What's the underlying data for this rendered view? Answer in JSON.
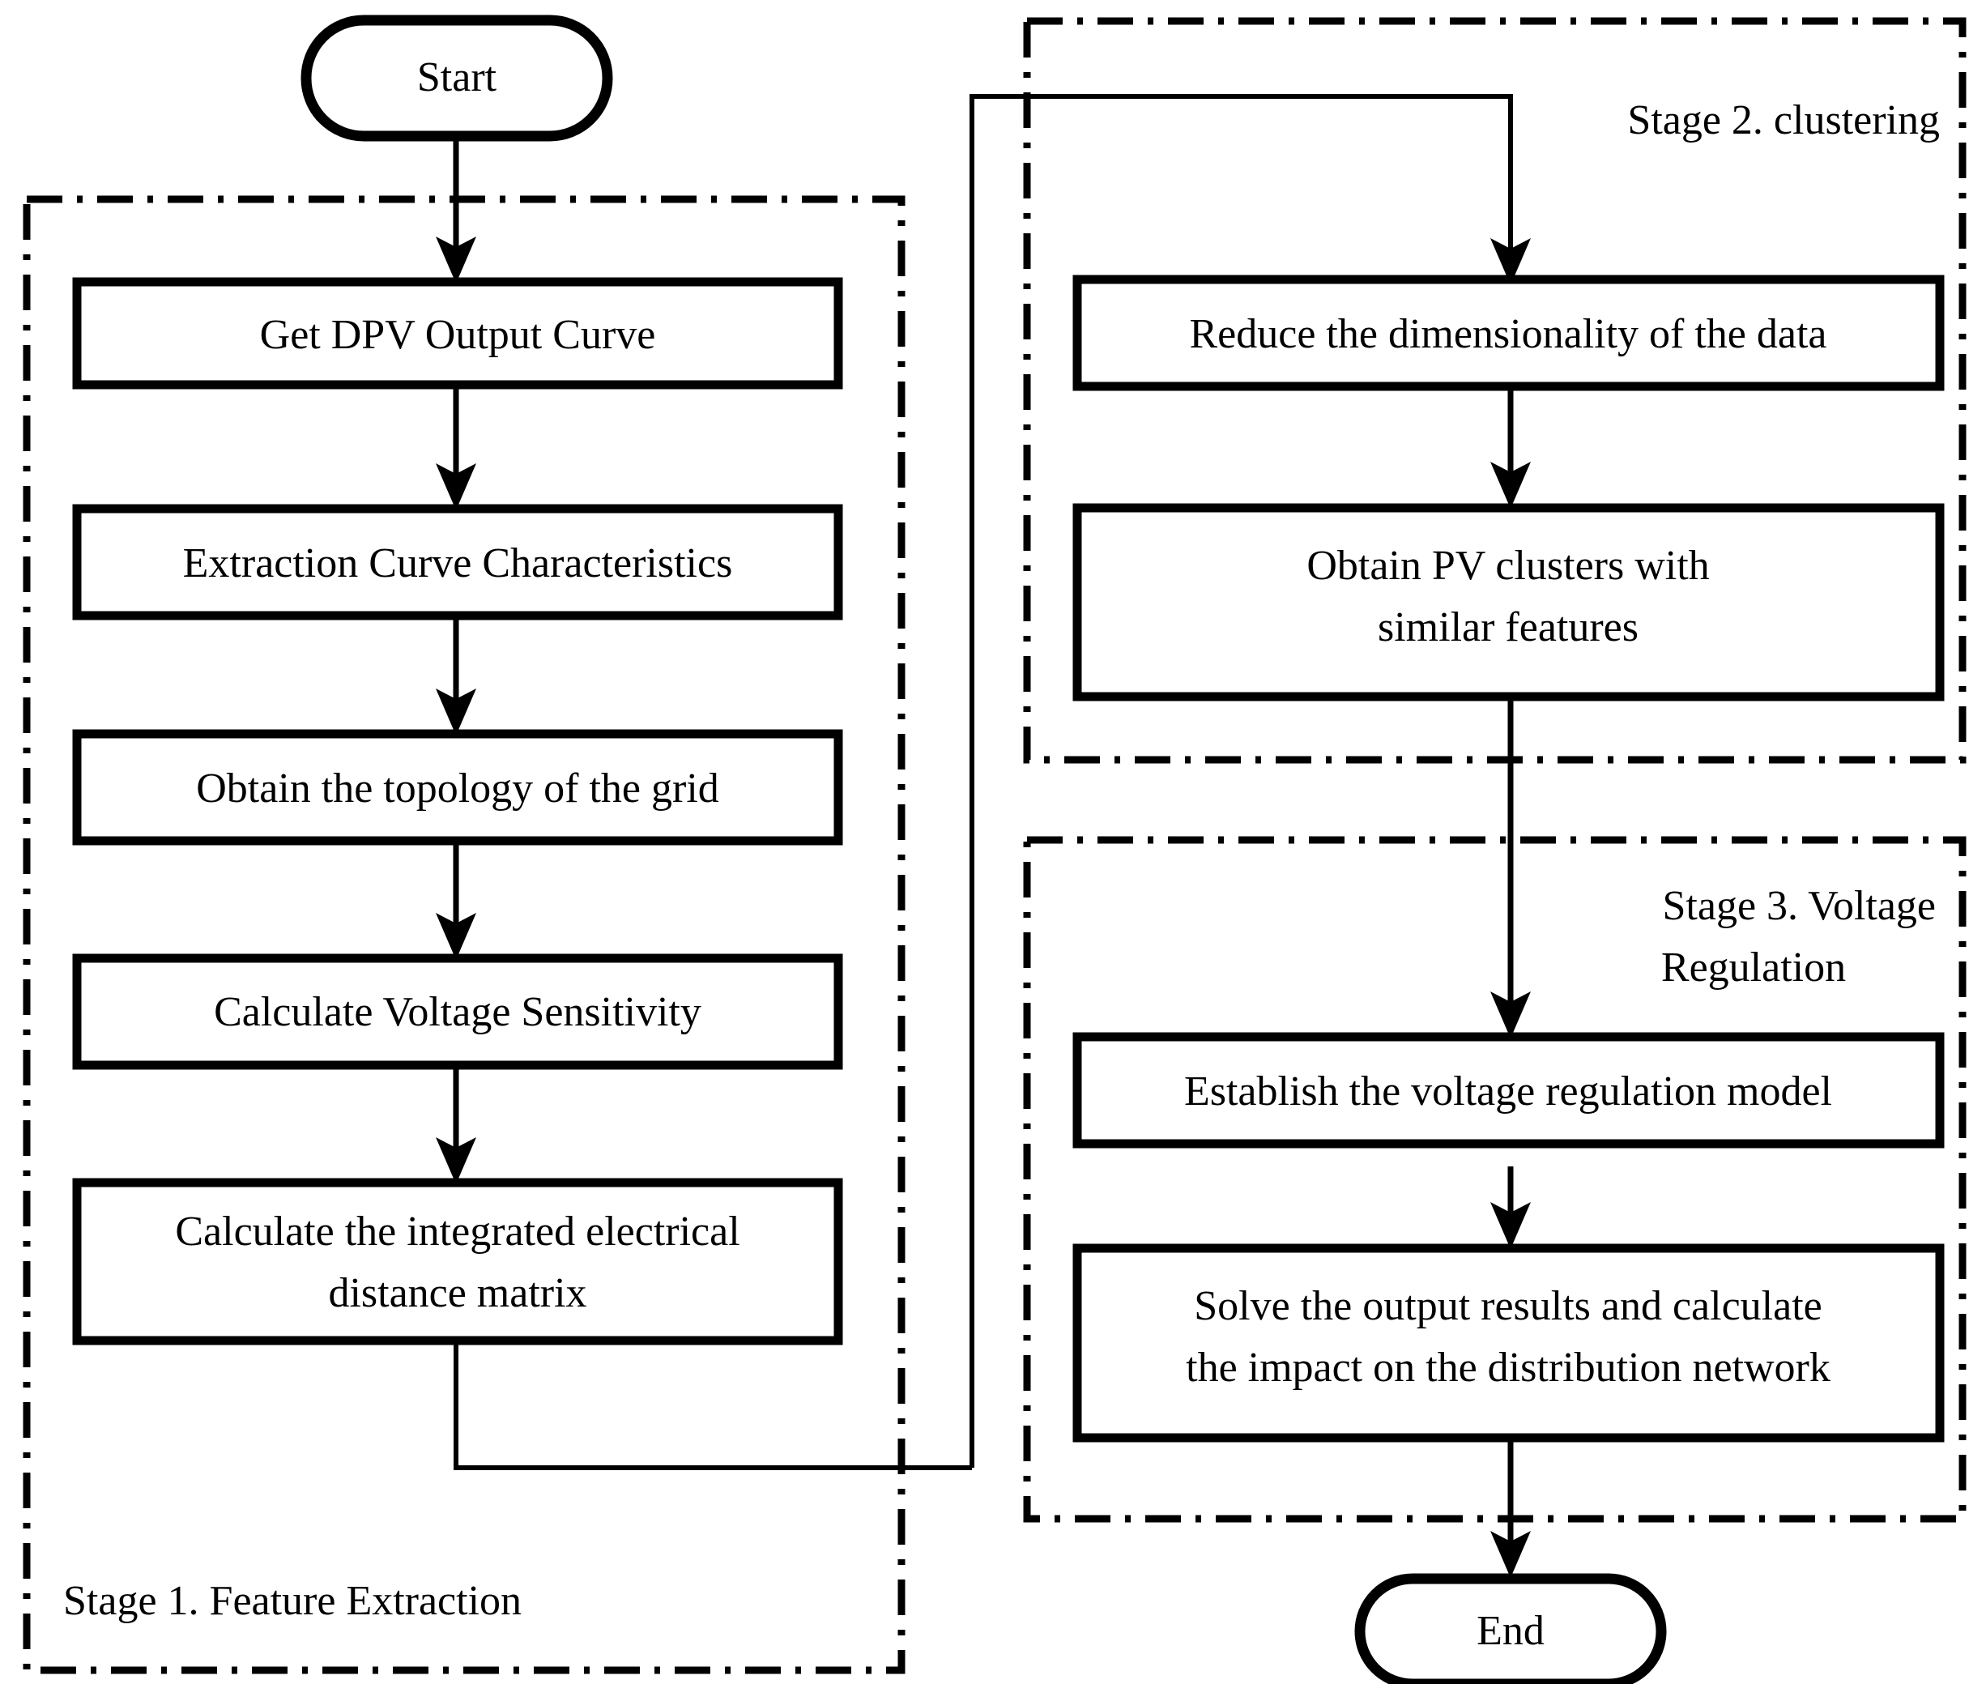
{
  "diagram": {
    "title": "Three-stage DPV voltage regulation flowchart",
    "colors": {
      "background": "#ffffff",
      "stroke": "#000000",
      "box_fill": "#ffffff"
    },
    "terminals": {
      "start": "Start",
      "end": "End"
    },
    "stages": [
      {
        "id": "stage-1",
        "label": "Stage 1. Feature Extraction",
        "steps": [
          {
            "id": "get-dpv-output-curve",
            "lines": [
              "Get DPV Output Curve"
            ]
          },
          {
            "id": "extraction-curve-characteristics",
            "lines": [
              "Extraction Curve Characteristics"
            ]
          },
          {
            "id": "obtain-topology-of-grid",
            "lines": [
              "Obtain the topology of the grid"
            ]
          },
          {
            "id": "calculate-voltage-sensitivity",
            "lines": [
              "Calculate Voltage Sensitivity"
            ]
          },
          {
            "id": "calculate-integrated-electrical-distance-matrix",
            "lines": [
              "Calculate the integrated electrical",
              "distance matrix"
            ]
          }
        ]
      },
      {
        "id": "stage-2",
        "label": "Stage 2. clustering",
        "steps": [
          {
            "id": "reduce-dimensionality-of-data",
            "lines": [
              "Reduce the dimensionality of the data"
            ]
          },
          {
            "id": "obtain-pv-clusters-similar-features",
            "lines": [
              "Obtain PV clusters with",
              "similar features"
            ]
          }
        ]
      },
      {
        "id": "stage-3",
        "label_lines": [
          "Stage 3. Voltage",
          "Regulation"
        ],
        "label": "Stage 3. Voltage Regulation",
        "steps": [
          {
            "id": "establish-voltage-regulation-model",
            "lines": [
              "Establish the voltage regulation model"
            ]
          },
          {
            "id": "solve-output-results-calculate-impact",
            "lines": [
              "Solve the output results and calculate",
              "the impact on the distribution network"
            ]
          }
        ]
      }
    ],
    "flow_order": [
      "Start",
      "Get DPV Output Curve",
      "Extraction Curve Characteristics",
      "Obtain the topology of the grid",
      "Calculate Voltage Sensitivity",
      "Calculate the integrated electrical distance matrix",
      "Reduce the dimensionality of the data",
      "Obtain PV clusters with similar features",
      "Establish the voltage regulation model",
      "Solve the output results and calculate the impact on the distribution network",
      "End"
    ]
  }
}
